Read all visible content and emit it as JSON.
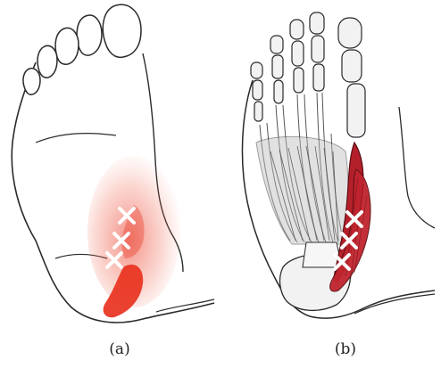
{
  "figure": {
    "panels": [
      {
        "id": "a",
        "caption": "(a)",
        "trigger_point_count": 3,
        "colors": {
          "outline": "#2a2a2a",
          "referred_pain": "#e8321e",
          "marker": "#ffffff"
        }
      },
      {
        "id": "b",
        "caption": "(b)",
        "trigger_point_count": 3,
        "colors": {
          "outline": "#2a2a2a",
          "muscle": "#b3202a",
          "bone": "#f2f2f2",
          "marker": "#ffffff"
        }
      }
    ]
  }
}
